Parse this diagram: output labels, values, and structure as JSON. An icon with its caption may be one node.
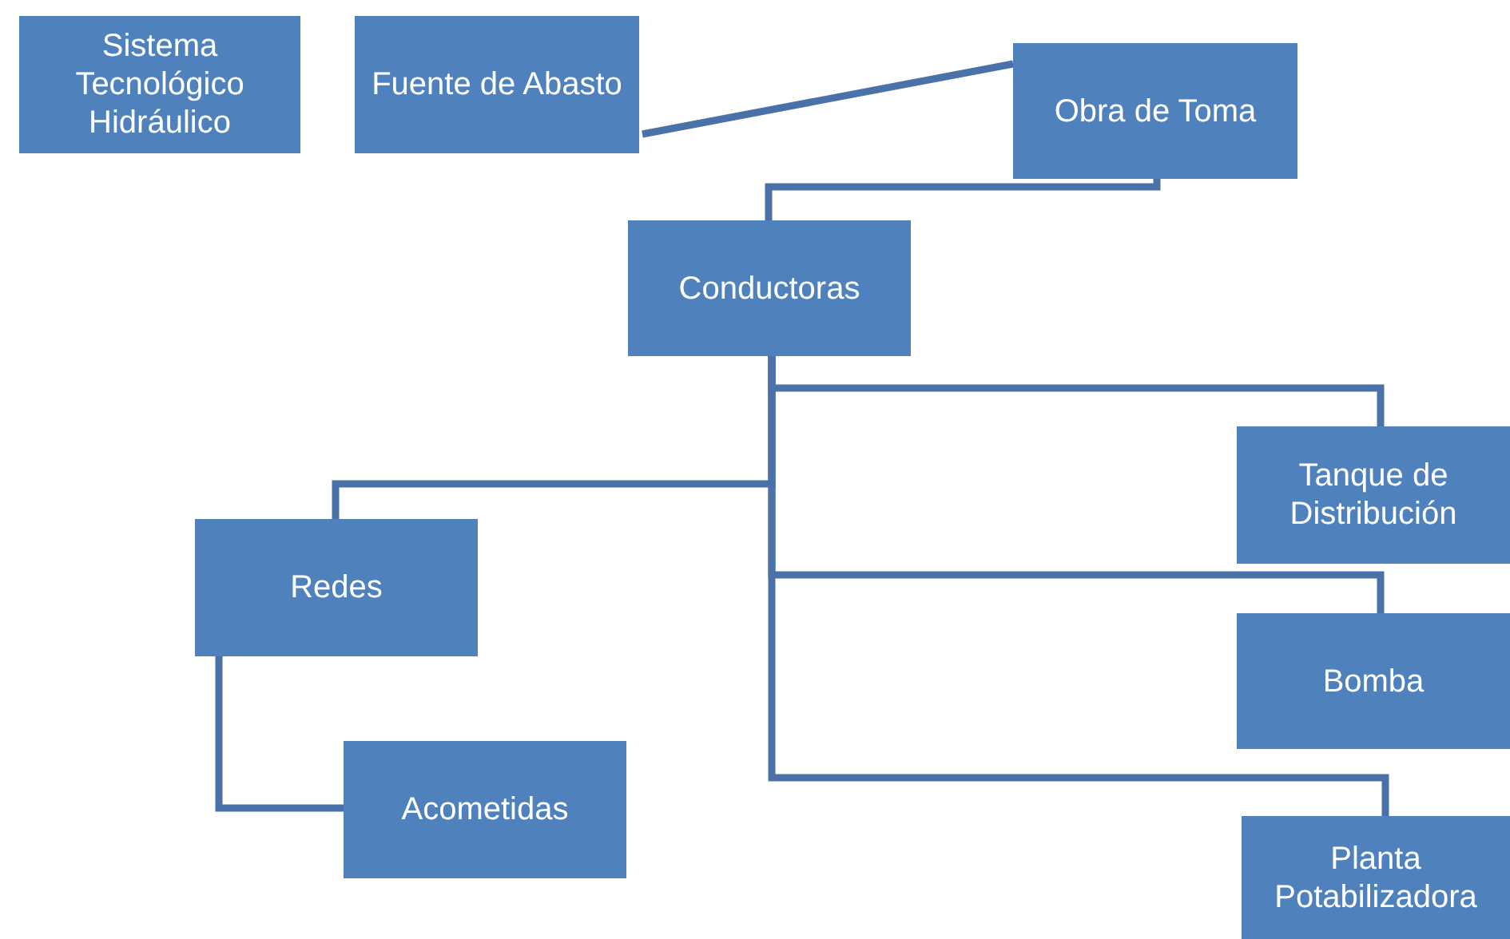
{
  "diagram": {
    "nodes": [
      {
        "text": [
          "Sistema Tecnológico Hidráulico"
        ]
      },
      {
        "text": [
          "Fuente de Abasto"
        ]
      },
      {
        "text": [
          "Obra de Toma"
        ]
      },
      {
        "text": [
          "Conductoras"
        ]
      },
      {
        "text": [
          "Tanque de Distribución"
        ]
      },
      {
        "text": [
          "Bomba"
        ]
      },
      {
        "text": [
          "Planta Potabilizadora"
        ]
      },
      {
        "text": [
          "Redes"
        ]
      },
      {
        "text": [
          "Acometidas"
        ]
      }
    ],
    "edges": [
      {
        "from": 1,
        "to": 2,
        "arrow": "none"
      },
      {
        "from": 3,
        "to": 2,
        "arrow": "none"
      },
      {
        "from": 3,
        "to": 4,
        "arrow": "none"
      },
      {
        "from": 3,
        "to": 7,
        "arrow": "none"
      },
      {
        "from": 3,
        "to": 5,
        "arrow": "none"
      },
      {
        "from": 3,
        "to": 6,
        "arrow": "none"
      },
      {
        "from": 7,
        "to": 8,
        "arrow": "none"
      }
    ]
  }
}
